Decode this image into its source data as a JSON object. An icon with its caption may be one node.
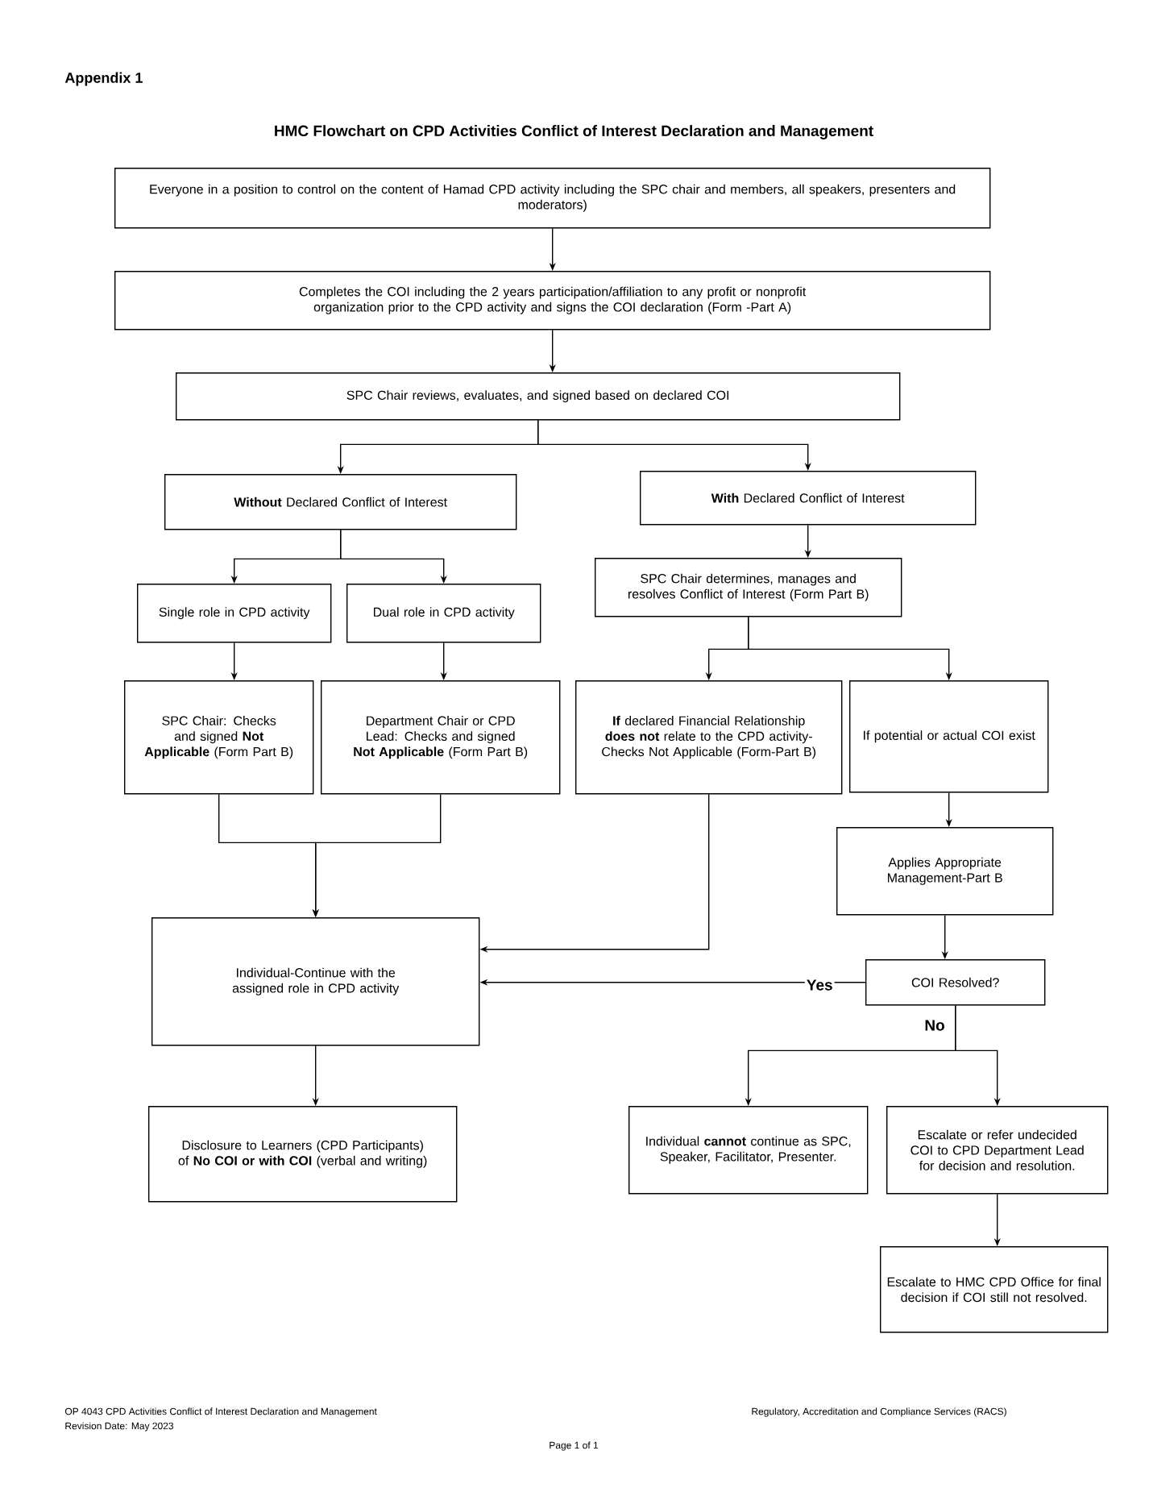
{
  "diagram": {
    "title": "HMC Flowchart on CPD Activities Conflict of Interest Declaration and Management",
    "nodes": [
      {
        "text": [
          "Everyone in a position to control on the content of Hamad CPD activity including the SPC chair and members, all speakers, presenters and moderators)"
        ]
      },
      {
        "text": [
          "Completes the COI including the 2 years participation/affiliation to any profit or nonprofit organization prior to the CPD activity and signs the COI declaration (Form -Part A)"
        ]
      },
      {
        "text": [
          "SPC Chair reviews, evaluates, and signed based on declared COI"
        ]
      },
      {
        "text": [
          "**Without** Declared Conflict of Interest"
        ]
      },
      {
        "text": [
          "**With** Declared Conflict of Interest"
        ]
      },
      {
        "text": [
          "Single role in CPD activity"
        ]
      },
      {
        "text": [
          "Dual role in CPD activity"
        ]
      },
      {
        "text": [
          "SPC Chair: Checks and signed **Not Applicable** (Form Part B)"
        ]
      },
      {
        "text": [
          "Department Chair or CPD Lead: Checks and signed **Not Applicable** (Form Part B)"
        ]
      },
      {
        "text": [
          "SPC Chair determines, manages and resolves Conflict of Interest (Form Part B)"
        ]
      },
      {
        "text": [
          "**If** declared Financial Relationship **does not** relate to the CPD activity-Checks Not Applicable (Form-Part B)"
        ]
      },
      {
        "text": [
          "If potential or actual COI exist"
        ]
      },
      {
        "text": [
          "Applies Appropriate Management-Part B"
        ]
      },
      {
        "text": [
          "Individual-Continue with the assigned role in CPD activity"
        ]
      },
      {
        "text": [
          "COI Resolved?"
        ]
      },
      {
        "text": [
          "Disclosure to Learners (CPD Participants) of **No COI or with COI** (verbal and writing)"
        ]
      },
      {
        "text": [
          "Individual **cannot** continue as SPC, Speaker, Facilitator, Presenter."
        ]
      },
      {
        "text": [
          "Escalate or refer undecided COI to CPD Department Lead for decision and resolution."
        ]
      },
      {
        "text": [
          "Escalate to HMC CPD Office for final decision if COI still not resolved."
        ]
      }
    ],
    "edges": [
      {
        "from": 0,
        "to": 1,
        "arrow": "to"
      },
      {
        "from": 1,
        "to": 2,
        "arrow": "to"
      },
      {
        "from": 2,
        "to": 3,
        "arrow": "to"
      },
      {
        "from": 2,
        "to": 4,
        "arrow": "to"
      },
      {
        "from": 3,
        "to": 5,
        "arrow": "to"
      },
      {
        "from": 3,
        "to": 6,
        "arrow": "to"
      },
      {
        "from": 5,
        "to": 7,
        "arrow": "to"
      },
      {
        "from": 6,
        "to": 8,
        "arrow": "to"
      },
      {
        "from": 7,
        "to": 13,
        "arrow": "to"
      },
      {
        "from": 8,
        "to": 13,
        "arrow": "to"
      },
      {
        "from": 4,
        "to": 9,
        "arrow": "to"
      },
      {
        "from": 9,
        "to": 10,
        "arrow": "to"
      },
      {
        "from": 9,
        "to": 11,
        "arrow": "to"
      },
      {
        "from": 10,
        "to": 13,
        "arrow": "to"
      },
      {
        "from": 11,
        "to": 12,
        "arrow": "to"
      },
      {
        "from": 12,
        "to": 14,
        "arrow": "to"
      },
      {
        "from": 14,
        "to": 13,
        "arrow": "to",
        "label": "Yes"
      },
      {
        "from": 14,
        "to": 16,
        "arrow": "to",
        "label": "No"
      },
      {
        "from": 14,
        "to": 17,
        "arrow": "to"
      },
      {
        "from": 13,
        "to": 15,
        "arrow": "to"
      },
      {
        "from": 17,
        "to": 18,
        "arrow": "to"
      }
    ],
    "labels": [
      "Appendix 1",
      "OP 4043 CPD Activities Conflict of Interest Declaration and Management",
      "Revision Date: May 2023",
      "Regulatory, Accreditation and Compliance Services (RACS)",
      "Page 1 of 1"
    ]
  }
}
